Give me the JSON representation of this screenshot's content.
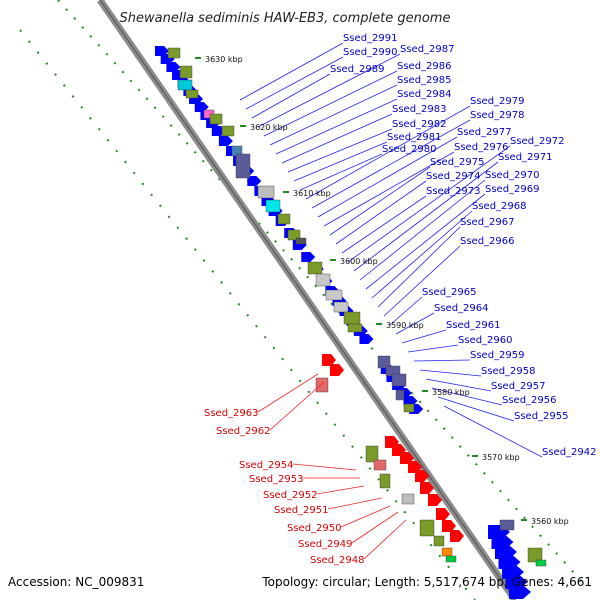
{
  "title": "Shewanella sediminis HAW-EB3, complete genome",
  "footer": {
    "accession": "Accession: NC_009831",
    "summary": "Topology: circular; Length: 5,517,674 bp; Genes: 4,661"
  },
  "colors": {
    "backbone": "#8c8c8c",
    "forward_gene": "#ff0000",
    "reverse_gene": "#0000ff",
    "forward_label": "#d40000",
    "reverse_label": "#0000cc",
    "tick": "#228b22"
  },
  "ticks": [
    {
      "label": "3630 kbp"
    },
    {
      "label": "3620 kbp"
    },
    {
      "label": "3610 kbp"
    },
    {
      "label": "3600 kbp"
    },
    {
      "label": "3590 kbp"
    },
    {
      "label": "3580 kbp"
    },
    {
      "label": "3570 kbp"
    },
    {
      "label": "3560 kbp"
    }
  ],
  "labels_reverse": [
    "Ssed_2991",
    "Ssed_2990",
    "Ssed_2989",
    "Ssed_2987",
    "Ssed_2986",
    "Ssed_2985",
    "Ssed_2984",
    "Ssed_2983",
    "Ssed_2982",
    "Ssed_2981",
    "Ssed_2980",
    "Ssed_2979",
    "Ssed_2978",
    "Ssed_2977",
    "Ssed_2976",
    "Ssed_2975",
    "Ssed_2974",
    "Ssed_2973",
    "Ssed_2972",
    "Ssed_2971",
    "Ssed_2970",
    "Ssed_2969",
    "Ssed_2968",
    "Ssed_2967",
    "Ssed_2966",
    "Ssed_2965",
    "Ssed_2964",
    "Ssed_2961",
    "Ssed_2960",
    "Ssed_2959",
    "Ssed_2958",
    "Ssed_2957",
    "Ssed_2956",
    "Ssed_2955",
    "Ssed_2942"
  ],
  "labels_forward": [
    "Ssed_2963",
    "Ssed_2962",
    "Ssed_2954",
    "Ssed_2953",
    "Ssed_2952",
    "Ssed_2951",
    "Ssed_2950",
    "Ssed_2949",
    "Ssed_2948"
  ]
}
